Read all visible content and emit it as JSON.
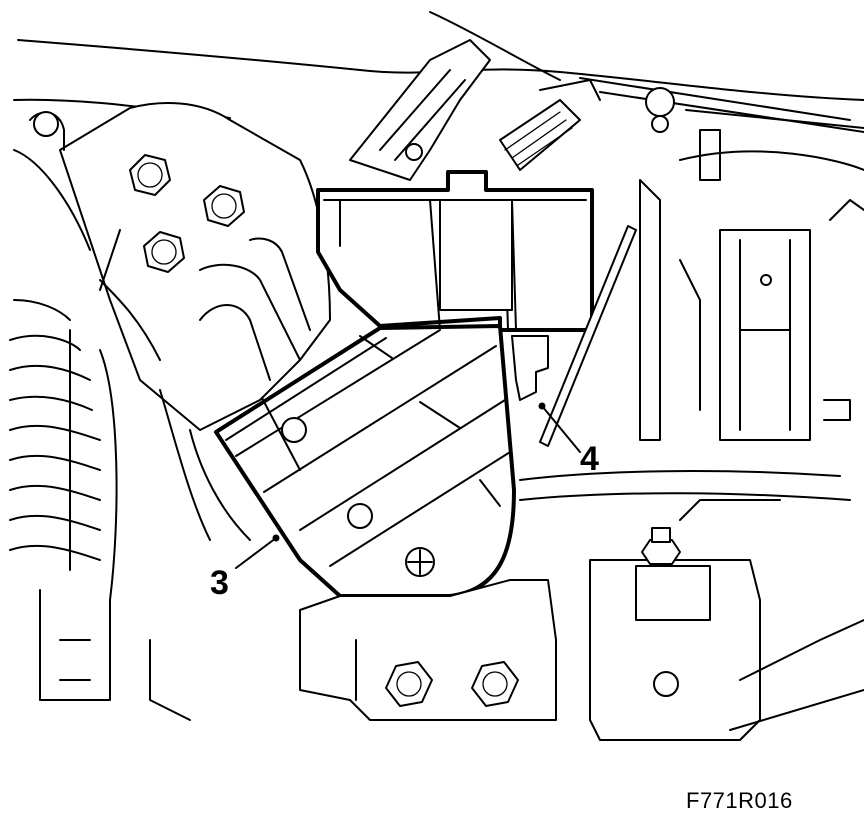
{
  "callouts": {
    "item3": "3",
    "item4": "4"
  },
  "figure_code": "F771R016"
}
